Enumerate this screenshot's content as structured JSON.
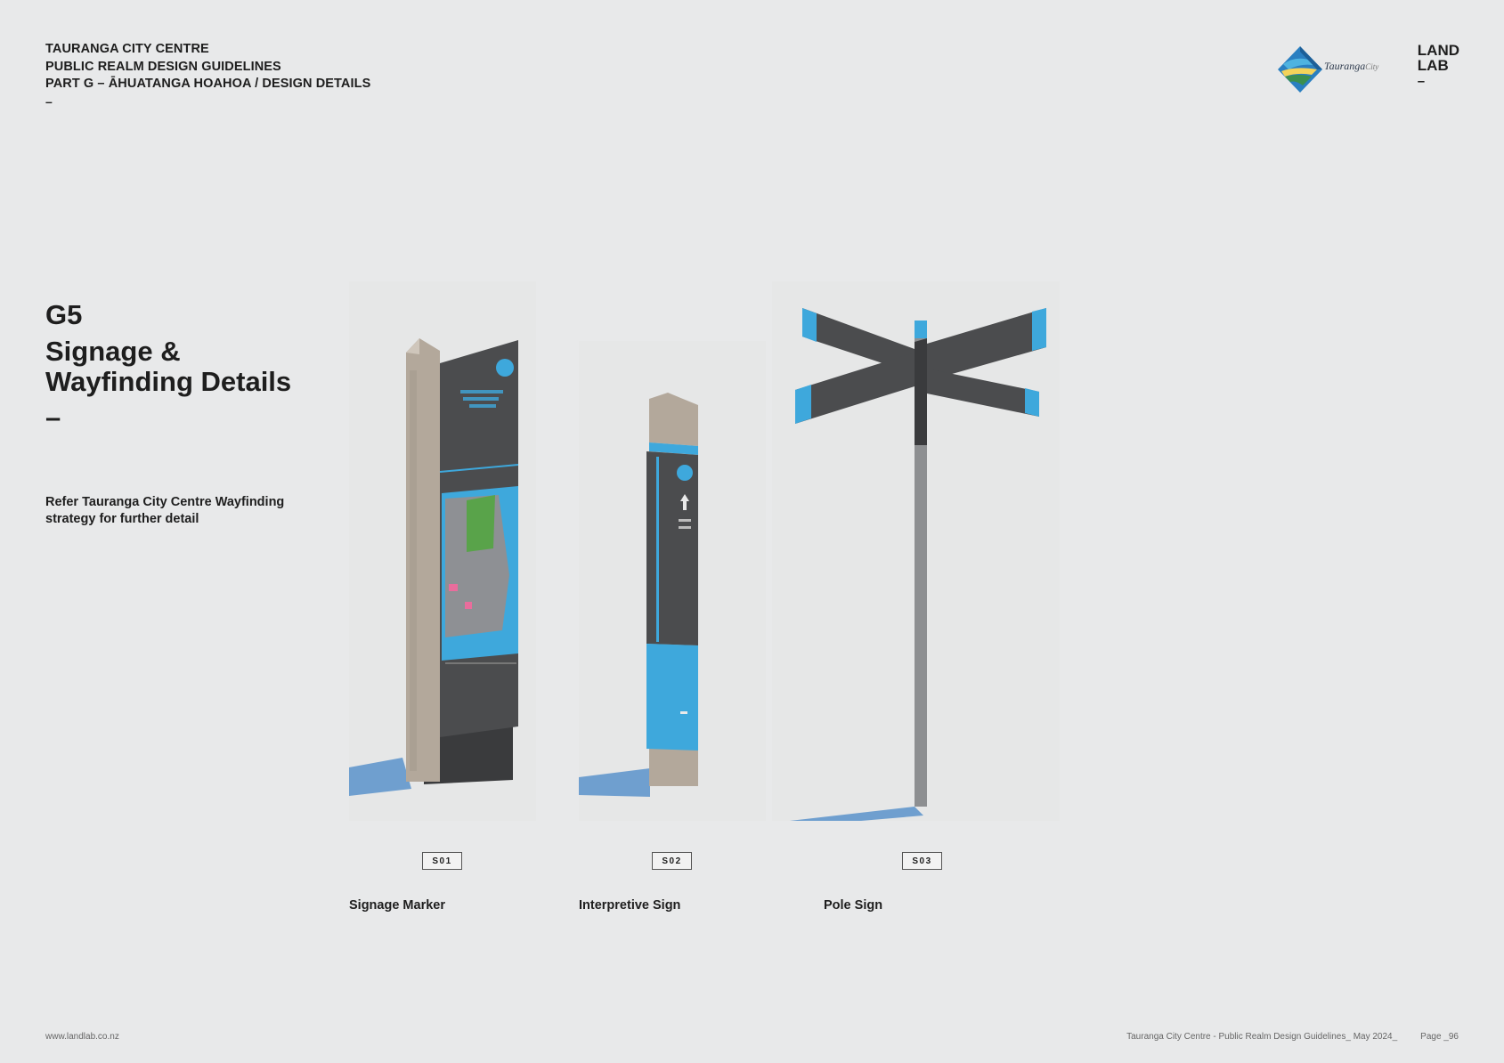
{
  "header": {
    "line1": "TAURANGA CITY CENTRE",
    "line2": "PUBLIC REALM DESIGN GUIDELINES",
    "line3": "PART G – ĀHUATANGA HOAHOA / DESIGN DETAILS",
    "dash": "–"
  },
  "logo": {
    "name": "Tauranga",
    "suffix": "City"
  },
  "brand": {
    "line1": "LAND",
    "line2": "LAB",
    "dash": "–"
  },
  "section": {
    "code": "G5",
    "title_line1": "Signage &",
    "title_line2": "Wayfinding Details",
    "dash": "–",
    "note_line1": "Refer Tauranga City Centre Wayfinding",
    "note_line2": "strategy for further detail"
  },
  "signs": [
    {
      "tag": "S01",
      "caption": "Signage Marker"
    },
    {
      "tag": "S02",
      "caption": "Interpretive Sign"
    },
    {
      "tag": "S03",
      "caption": "Pole Sign"
    }
  ],
  "footer": {
    "website": "www.landlab.co.nz",
    "doc_title": "Tauranga City Centre - Public Realm Design Guidelines_ May 2024_",
    "page": "Page _96"
  },
  "colors": {
    "accent_blue": "#3ea8dc",
    "sign_dark": "#4b4c4e",
    "timber": "#b3a89b"
  }
}
